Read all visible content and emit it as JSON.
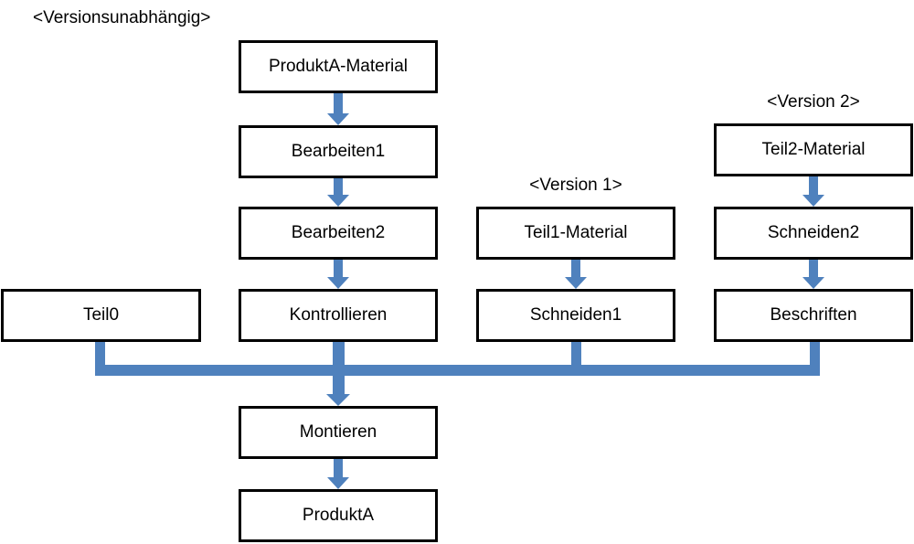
{
  "labels": {
    "version_independent": "<Versionsunabhängig>",
    "version_1": "<Version 1>",
    "version_2": "<Version 2>"
  },
  "nodes": {
    "produkta_material": "ProduktA-Material",
    "bearbeiten1": "Bearbeiten1",
    "bearbeiten2": "Bearbeiten2",
    "kontrollieren": "Kontrollieren",
    "teil0": "Teil0",
    "teil1_material": "Teil1-Material",
    "schneiden1": "Schneiden1",
    "teil2_material": "Teil2-Material",
    "schneiden2": "Schneiden2",
    "beschriften": "Beschriften",
    "montieren": "Montieren",
    "produkta": "ProduktA"
  },
  "edges": [
    {
      "from": "ProduktA-Material",
      "to": "Bearbeiten1"
    },
    {
      "from": "Bearbeiten1",
      "to": "Bearbeiten2"
    },
    {
      "from": "Bearbeiten2",
      "to": "Kontrollieren"
    },
    {
      "from": "Teil1-Material",
      "to": "Schneiden1"
    },
    {
      "from": "Teil2-Material",
      "to": "Schneiden2"
    },
    {
      "from": "Schneiden2",
      "to": "Beschriften"
    },
    {
      "from": "Teil0",
      "to": "Montieren"
    },
    {
      "from": "Kontrollieren",
      "to": "Montieren"
    },
    {
      "from": "Schneiden1",
      "to": "Montieren"
    },
    {
      "from": "Beschriften",
      "to": "Montieren"
    },
    {
      "from": "Montieren",
      "to": "ProduktA"
    }
  ],
  "colors": {
    "arrow": "#4f81bd",
    "box_border": "#000000",
    "box_fill": "#ffffff",
    "text": "#000000",
    "background": "#ffffff"
  }
}
